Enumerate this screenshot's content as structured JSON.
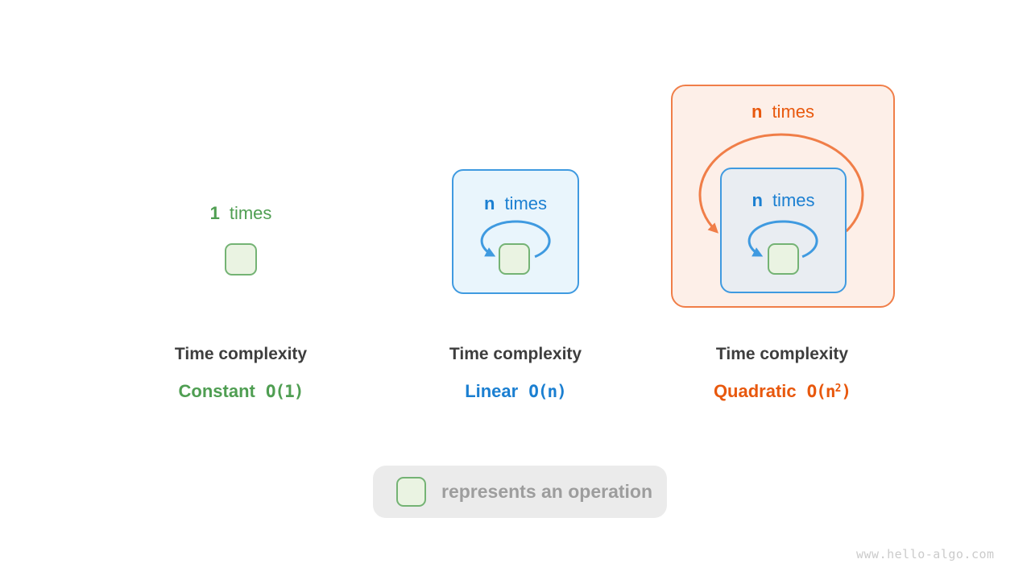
{
  "watermark": "www.hello-algo.com",
  "legend": {
    "text": "represents an operation"
  },
  "panels": [
    {
      "id": "constant",
      "count": "1",
      "count_word": "times",
      "title": "Time complexity",
      "label": "Constant",
      "notation": "O(1)"
    },
    {
      "id": "linear",
      "count": "n",
      "count_word": "times",
      "title": "Time complexity",
      "label": "Linear",
      "notation": "O(n)"
    },
    {
      "id": "quadratic",
      "outer_count": "n",
      "outer_count_word": "times",
      "inner_count": "n",
      "inner_count_word": "times",
      "title": "Time complexity",
      "label": "Quadratic",
      "notation_base": "O(n",
      "notation_sup": "2",
      "notation_close": ")"
    }
  ],
  "colors": {
    "green_text": "#4f9e52",
    "green_border": "#74b374",
    "green_fill": "#eaf3e2",
    "blue_text": "#1b7fd1",
    "blue_border": "#3f9ae0",
    "blue_fill_light": "#e9f5fc",
    "blue_fill_gray": "#e9edf2",
    "orange_text": "#e8580d",
    "orange_border": "#f07e48",
    "orange_fill": "#fdefe8",
    "title_text": "#3e3e3e",
    "legend_bg": "#ebebeb",
    "legend_text": "#9d9d9d",
    "watermark": "#cbcbcb"
  }
}
